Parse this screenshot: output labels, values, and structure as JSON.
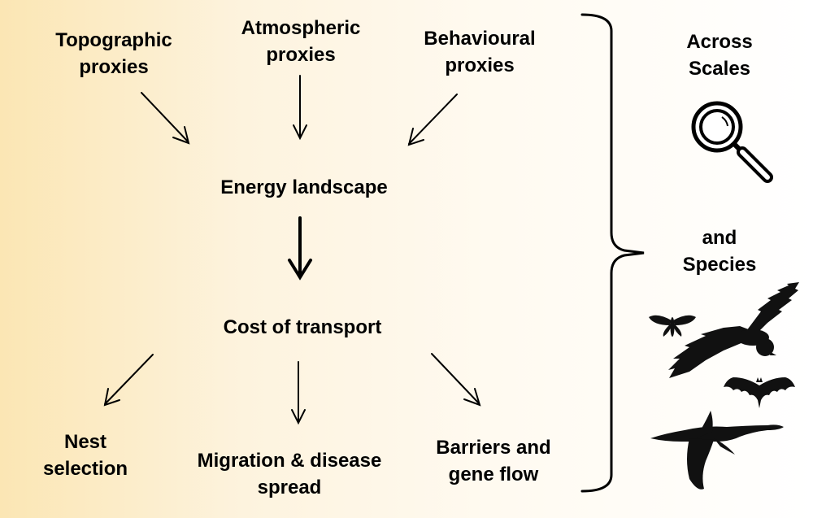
{
  "diagram": {
    "proxies": {
      "topographic": "Topographic\nproxies",
      "atmospheric": "Atmospheric\nproxies",
      "behavioural": "Behavioural\nproxies"
    },
    "energy_landscape": "Energy landscape",
    "cost_of_transport": "Cost of transport",
    "outcomes": {
      "nest": "Nest\nselection",
      "migration": "Migration & disease\nspread",
      "barriers": "Barriers and\ngene flow"
    },
    "scope": {
      "across_scales": "Across\nScales",
      "and_species": "and\nSpecies"
    },
    "icons": [
      "magnifying-glass-icon",
      "moth-icon",
      "eagle-icon",
      "bat-icon",
      "swan-icon"
    ]
  }
}
